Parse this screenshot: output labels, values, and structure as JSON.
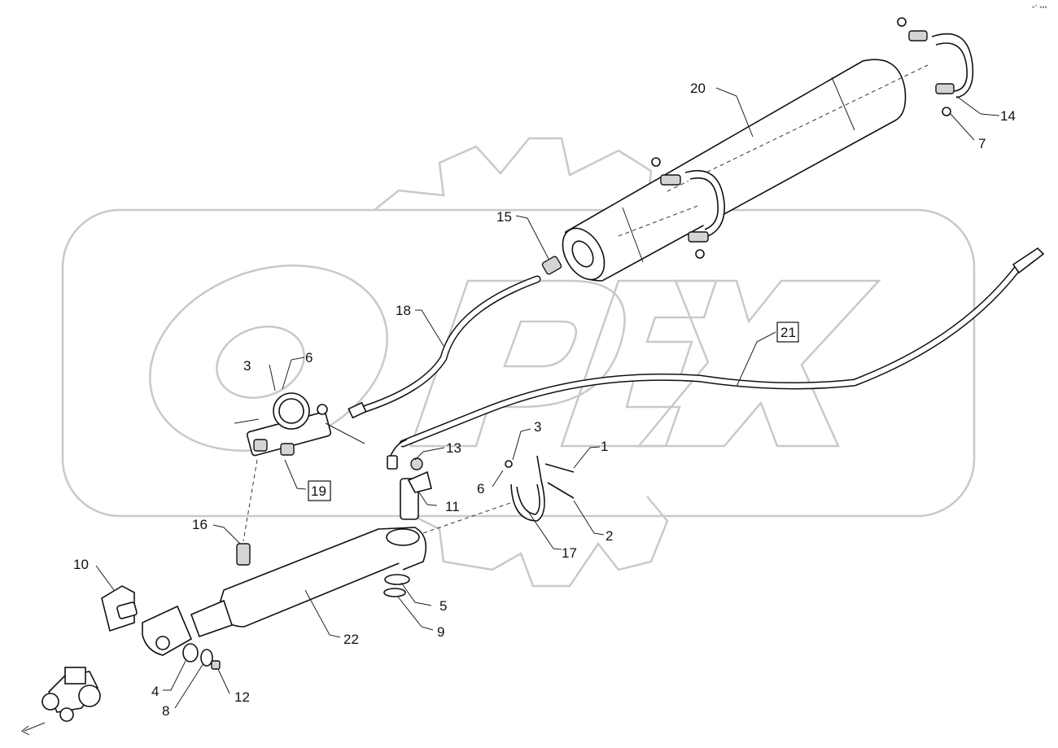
{
  "corner_mark": "•° •••",
  "watermark_text": "OPEX",
  "callouts": [
    {
      "id": "c1",
      "text": "1"
    },
    {
      "id": "c2",
      "text": "2"
    },
    {
      "id": "c3a",
      "text": "3"
    },
    {
      "id": "c3b",
      "text": "3"
    },
    {
      "id": "c4",
      "text": "4"
    },
    {
      "id": "c5",
      "text": "5"
    },
    {
      "id": "c6a",
      "text": "6"
    },
    {
      "id": "c6b",
      "text": "6"
    },
    {
      "id": "c7",
      "text": "7"
    },
    {
      "id": "c8",
      "text": "8"
    },
    {
      "id": "c9",
      "text": "9"
    },
    {
      "id": "c10",
      "text": "10"
    },
    {
      "id": "c11",
      "text": "11"
    },
    {
      "id": "c12",
      "text": "12"
    },
    {
      "id": "c13",
      "text": "13"
    },
    {
      "id": "c14",
      "text": "14"
    },
    {
      "id": "c15",
      "text": "15"
    },
    {
      "id": "c16",
      "text": "16"
    },
    {
      "id": "c17",
      "text": "17"
    },
    {
      "id": "c18",
      "text": "18"
    },
    {
      "id": "c19",
      "text": "19",
      "boxed": true
    },
    {
      "id": "c20",
      "text": "20"
    },
    {
      "id": "c21",
      "text": "21",
      "boxed": true
    },
    {
      "id": "c22",
      "text": "22"
    }
  ]
}
